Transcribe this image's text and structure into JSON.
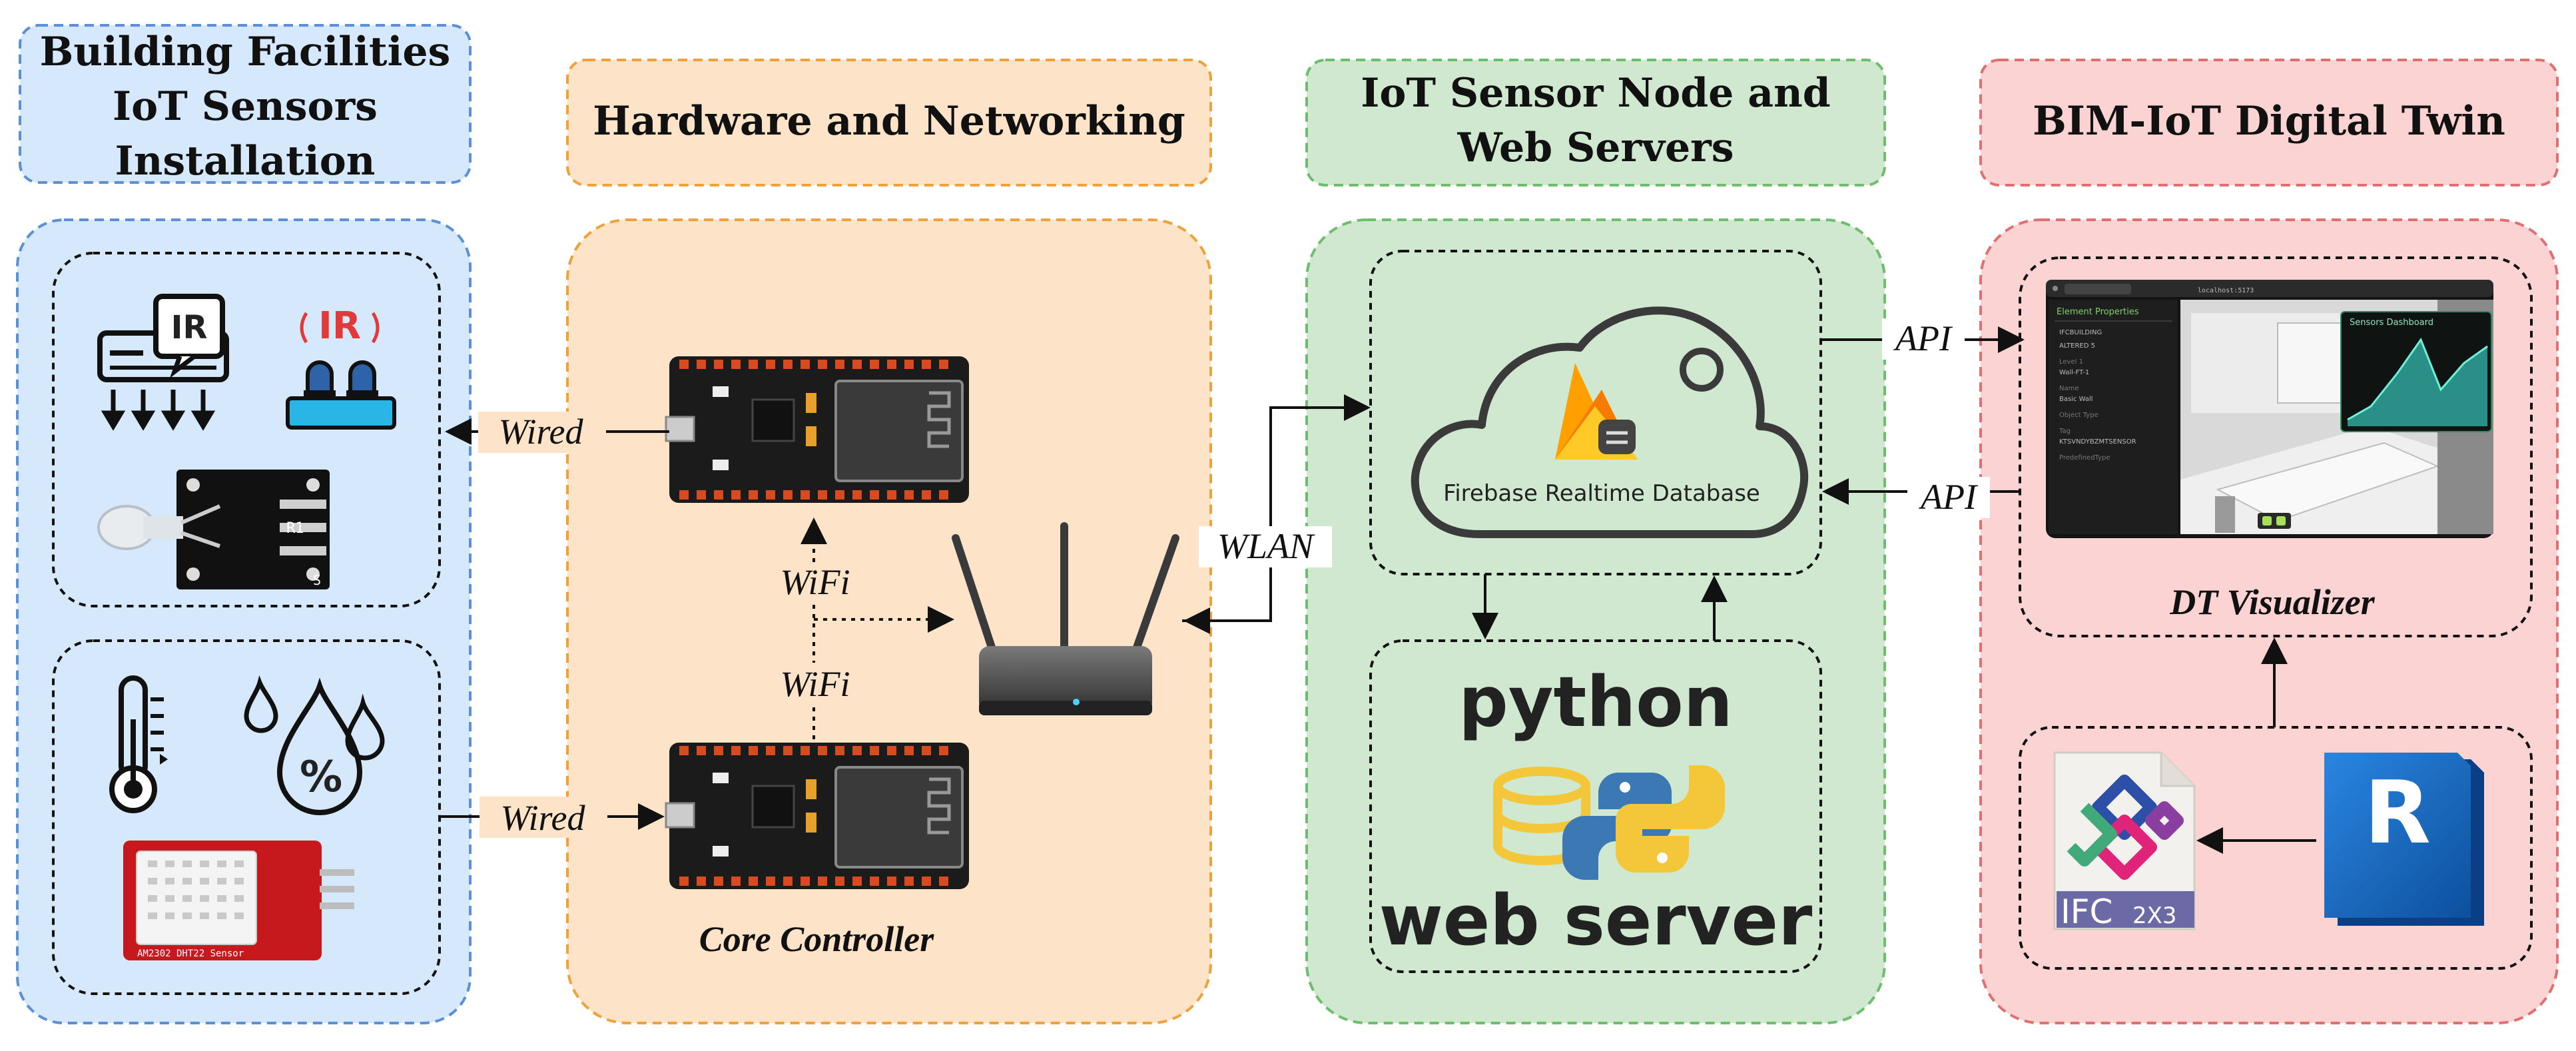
{
  "headers": {
    "col1": [
      "Building Facilities",
      "IoT Sensors",
      "Installation"
    ],
    "col2": [
      "Hardware and Networking"
    ],
    "col3": [
      "IoT Sensor Node and",
      "Web Servers"
    ],
    "col4": [
      "BIM-IoT Digital Twin"
    ]
  },
  "labels": {
    "wired_top": "Wired",
    "wired_bottom": "Wired",
    "wifi_top": "WiFi",
    "wifi_bottom": "WiFi",
    "wlan": "WLAN",
    "api_top": "API",
    "api_bottom": "API",
    "core_controller": "Core Controller",
    "dt_visualizer": "DT Visualizer"
  },
  "icons": {
    "ir_text": "IR",
    "percent": "%",
    "firebase_label": "Firebase Realtime Database",
    "python_word": "python",
    "web_server_word": "web server",
    "ifc_main": "IFC",
    "ifc_version": "2X3",
    "revit_letter": "R",
    "dht_caption": "AM2302 DHT22 Sensor",
    "ir_module_pins": "S",
    "ir_module_r": "R1"
  },
  "dashboard": {
    "panel_title": "Element Properties",
    "chart_title": "Sensors Dashboard",
    "url": "localhost:5173",
    "props": [
      "IFCBUILDING",
      "ALTERED 5",
      "Level 1",
      "Wall-FT-1",
      "Name",
      "Basic Wall",
      "Object Type",
      "Tag",
      "KTSVNDYBZMTSENSOR",
      "PredefinedType"
    ]
  },
  "colors": {
    "col1_fill": "#d6e8fb",
    "col1_border": "#5b8fd6",
    "col2_fill": "#fde3c8",
    "col2_border": "#f0a23a",
    "col3_fill": "#cfe8cf",
    "col3_border": "#6cbd6c",
    "col4_fill": "#fbd3d3",
    "col4_border": "#e07070",
    "board_red": "#c5191d",
    "revit_blue": "#1d6fc4",
    "python_blue": "#3b78b4",
    "python_yellow": "#f4c73b"
  }
}
